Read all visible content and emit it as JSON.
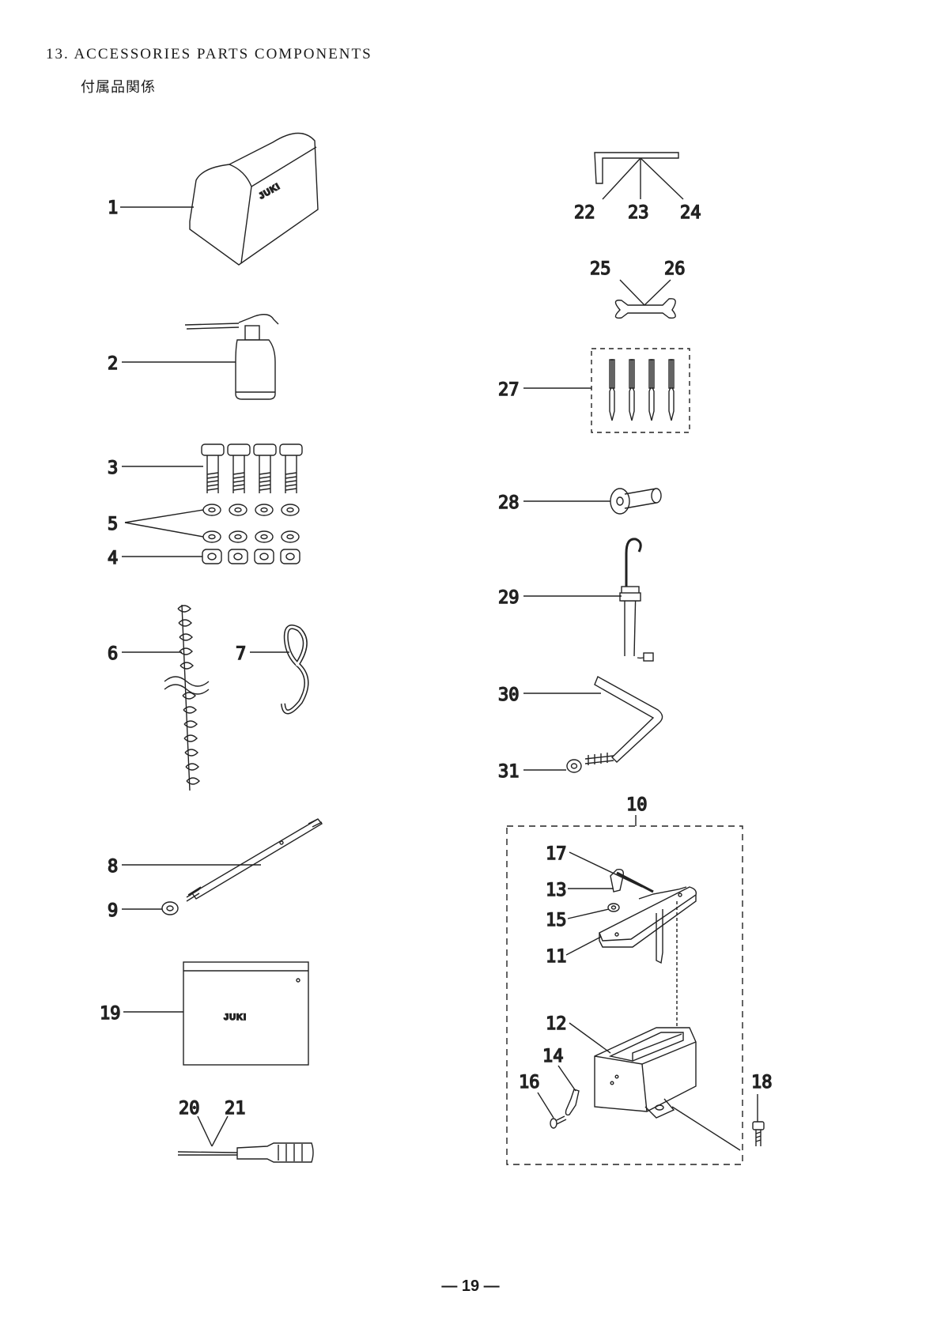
{
  "header": {
    "title": "13. ACCESSORIES PARTS COMPONENTS",
    "subtitle": "付属品関係"
  },
  "brand": "JUKI",
  "callouts": {
    "c1": "1",
    "c2": "2",
    "c3": "3",
    "c4": "4",
    "c5": "5",
    "c6": "6",
    "c7": "7",
    "c8": "8",
    "c9": "9",
    "c10": "10",
    "c11": "11",
    "c12": "12",
    "c13": "13",
    "c14": "14",
    "c15": "15",
    "c16": "16",
    "c17": "17",
    "c18": "18",
    "c19": "19",
    "c20": "20",
    "c21": "21",
    "c22": "22",
    "c23": "23",
    "c24": "24",
    "c25": "25",
    "c26": "26",
    "c27": "27",
    "c28": "28",
    "c29": "29",
    "c30": "30",
    "c31": "31"
  },
  "footer": {
    "page_number": "— 19 —"
  }
}
